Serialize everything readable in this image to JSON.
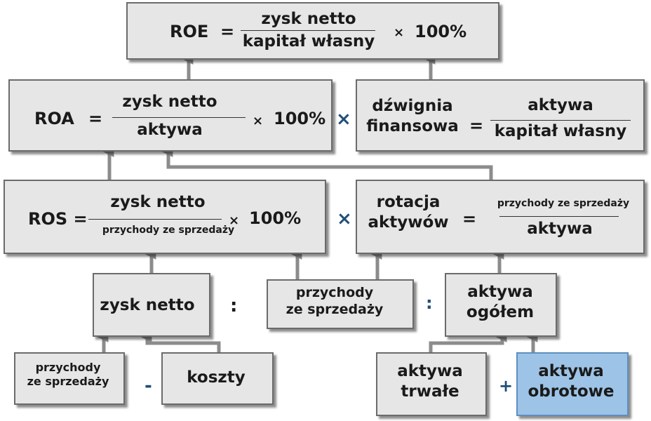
{
  "roe": {
    "label": "ROE",
    "eq": "=",
    "numerator": "zysk netto",
    "denominator": "kapitał własny",
    "times": "×",
    "pct": "100%"
  },
  "roa": {
    "label": "ROA",
    "eq": "=",
    "numerator": "zysk netto",
    "denominator": "aktywa",
    "times": "×",
    "pct": "100%"
  },
  "dzwignia": {
    "label_line1": "dźwignia",
    "label_line2": "finansowa",
    "eq": "=",
    "numerator": "aktywa",
    "denominator": "kapitał własny"
  },
  "ros": {
    "label": "ROS =",
    "numerator": "zysk netto",
    "denominator": "przychody ze sprzedaży",
    "times": "×",
    "pct": "100%"
  },
  "rotacja": {
    "label_line1": "rotacja",
    "label_line2": "aktywów",
    "eq": "=",
    "numerator": "przychody ze sprzedaży",
    "denominator": "aktywa"
  },
  "operators": {
    "mult_row2": "×",
    "mult_row3": "×",
    "div_left": ":",
    "div_right": ":",
    "minus": "-",
    "plus": "+"
  },
  "nodes": {
    "zysk_netto": "zysk netto",
    "przychody_mid_line1": "przychody",
    "przychody_mid_line2": "ze sprzedaży",
    "aktywa_ogolem_line1": "aktywa",
    "aktywa_ogolem_line2": "ogółem",
    "przychody_bottom_line1": "przychody",
    "przychody_bottom_line2": "ze sprzedaży",
    "koszty": "koszty",
    "aktywa_trwale_line1": "aktywa",
    "aktywa_trwale_line2": "trwałe",
    "aktywa_obrotowe_line1": "aktywa",
    "aktywa_obrotowe_line2": "obrotowe"
  },
  "colors": {
    "box_fill": "#e7e6e6",
    "box_border": "#6b6b6b",
    "connector": "#8c8c8c",
    "highlight_fill": "#9dc3e6",
    "operator_navy": "#1f4e79"
  }
}
